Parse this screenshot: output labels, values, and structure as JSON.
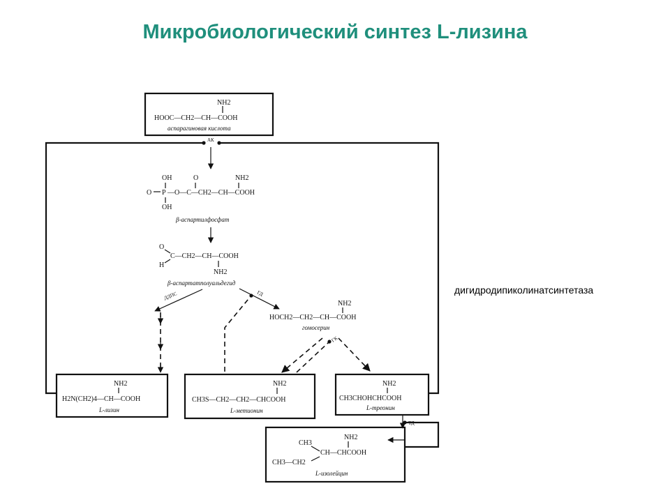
{
  "title": "Микробиологический синтез L-лизина",
  "side_label": "дигидродипиколинатсинтетаза",
  "enzymes": {
    "ak": "АК",
    "dps": "ДДПС",
    "gd": "ГД",
    "gk": "ГК",
    "td": "ТД"
  },
  "compounds": {
    "aspartate": {
      "top": "NH2",
      "formula": "HOOC—CH2—CH—COOH",
      "name": "аспарагиновая кислота"
    },
    "phosphate": {
      "oh1": "OH",
      "o": "O",
      "p": "P",
      "nh": "NH2",
      "chain": "—O—C—CH2—CH—COOH",
      "oh2": "OH",
      "name": "β-аспартилфосфат"
    },
    "semialdehyde": {
      "o": "O",
      "chain": "C—CH2—CH—COOH",
      "h": "H",
      "nh": "NH2",
      "name": "β-аспартатполуальдегид"
    },
    "homoserine": {
      "nh": "NH2",
      "formula": "HOCH2—CH2—CH—COOH",
      "name": "гомосерин"
    },
    "lysine": {
      "nh": "NH2",
      "formula": "H2N(CH2)4—CH—COOH",
      "name": "L-лизин"
    },
    "methionine": {
      "nh": "NH2",
      "formula": "CH3S—CH2—CH2—CHCOOH",
      "name": "L-метионин"
    },
    "threonine": {
      "nh": "NH2",
      "formula": "CH3CHOHCHCOOH",
      "name": "L-треонин"
    },
    "isoleucine": {
      "ch3": "CH3",
      "nh": "NH2",
      "ch": "CH—CHCOOH",
      "ethyl": "CH3—CH2",
      "name": "L-изолейцин"
    }
  }
}
